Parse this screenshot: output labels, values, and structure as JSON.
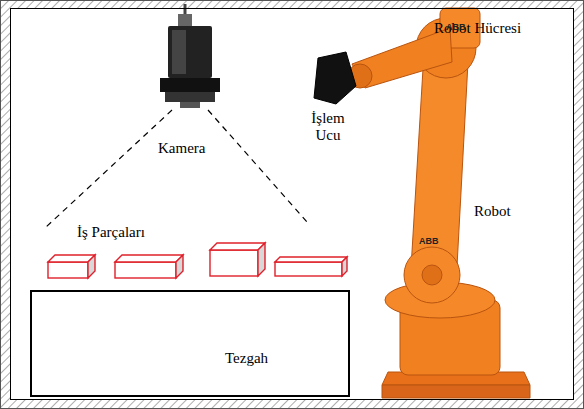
{
  "diagram": {
    "nodes": [
      {
        "text": [
          "Robot Hücresi"
        ]
      },
      {
        "text": [
          "Tezgah"
        ],
        "in": 0
      }
    ],
    "labels": [
      "ABB",
      "İşlem Ucu",
      "Kamera",
      "Robot",
      "İş Parçaları",
      "ABB"
    ]
  }
}
